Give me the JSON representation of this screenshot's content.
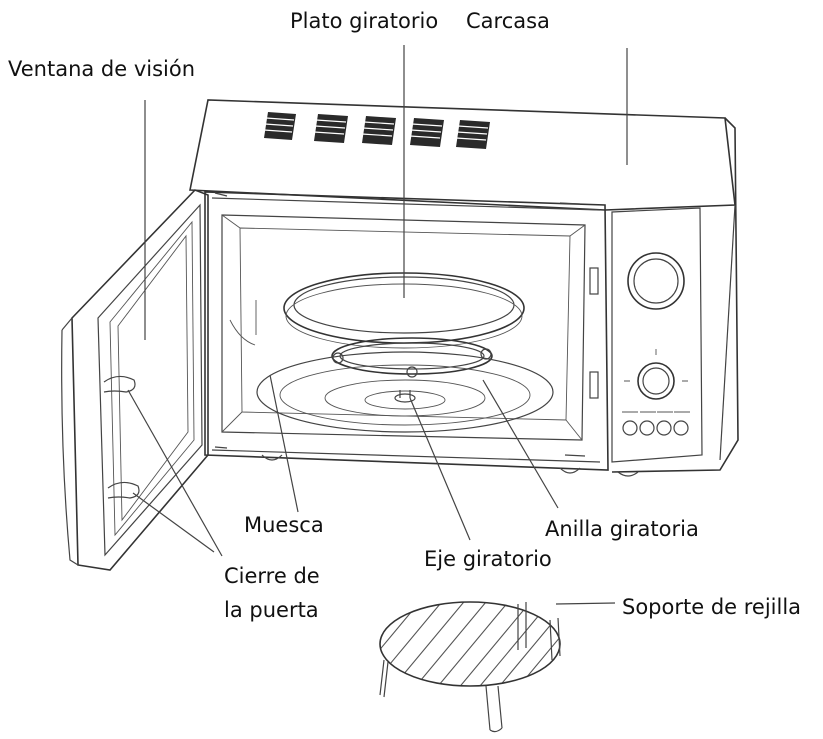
{
  "labels": {
    "plato_giratorio": "Plato giratorio",
    "carcasa": "Carcasa",
    "ventana_de_vision": "Ventana de visión",
    "muesca": "Muesca",
    "anilla_giratoria": "Anilla giratoria",
    "eje_giratorio": "Eje giratorio",
    "cierre_de_la_puerta_line1": "Cierre de",
    "cierre_de_la_puerta_line2": "la puerta",
    "soporte_de_rejilla": "Soporte de rejilla"
  },
  "colors": {
    "line": "#444444",
    "text": "#111111",
    "background": "#ffffff"
  }
}
